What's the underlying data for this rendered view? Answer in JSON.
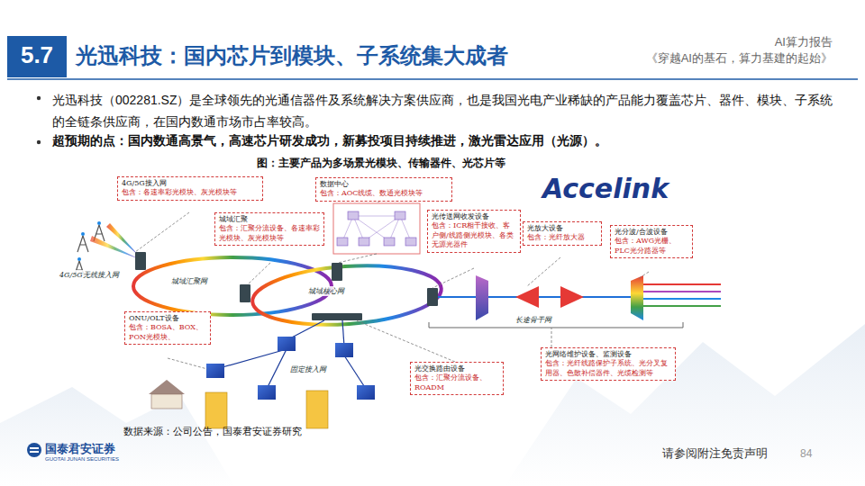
{
  "diagram": {
    "title": "光迅科技：国内芯片到模块、子系统集大成者",
    "caption": "图：主要产品为多场景光模块、传输器件、光芯片等",
    "nodes": [
      {
        "text": [
          "4G/5G接入网",
          "包含：各速率彩光模块、灰光模块等"
        ]
      },
      {
        "text": [
          "数据中心",
          "包含：AOC线缆、数通光模块等"
        ]
      },
      {
        "text": [
          "城域汇聚",
          "包含：汇聚分流设备、各速率彩光模块、灰光模块等"
        ]
      },
      {
        "text": [
          "光传送网收发设备",
          "包含：ICR相干接收、客户侧/线路侧光模块、各类无源光器件"
        ]
      },
      {
        "text": [
          "光放大设备",
          "包含：光纤放大器"
        ]
      },
      {
        "text": [
          "光分波/合波设备",
          "包含：AWG光栅、PLC光分路器等"
        ]
      },
      {
        "text": [
          "ONU/OLT设备",
          "包含：BOSA、BOX、PON光模块、"
        ]
      },
      {
        "text": [
          "光交换路由设备",
          "包含：汇聚分流设备、ROADM"
        ]
      },
      {
        "text": [
          "光网络维护设备、监测设备",
          "包含：光纤线路保护子系统、光分叉复用器、色散补偿器件、光缆检测等"
        ]
      }
    ],
    "labels": [
      "5.7",
      "AI算力报告",
      "《穿越AI的基石，算力基建的起始》",
      "光迅科技（002281.SZ）是全球领先的光通信器件及系统解决方案供应商，也是我国光电产业稀缺的产品能力覆盖芯片、器件、模块、子系统的全链条供应商，在国内数通市场市占率较高。",
      "超预期的点：国内数通高景气，高速芯片研发成功，新募投项目持续推进，激光雷达应用（光源）。",
      "Accelink",
      "4G/5G无线接入网",
      "城域汇聚网",
      "城域核心网",
      "长途骨干网",
      "固定接入网",
      "数据来源：公司公告，国泰君安证券研究",
      "国泰君安证券",
      "GUOTAI JUNAN SECURITIES",
      "请参阅附注免责声明",
      "84"
    ]
  }
}
